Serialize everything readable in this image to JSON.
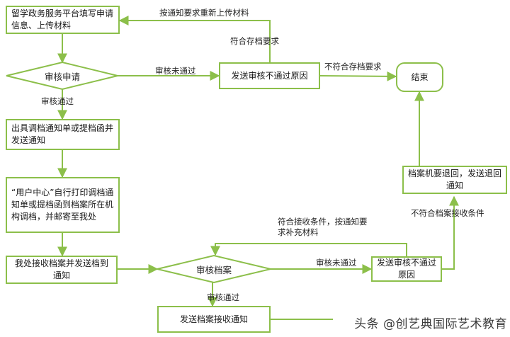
{
  "nodes": {
    "submit_online": "留学政务服务平台填写申请信息、上传材料",
    "review_application": "审核申请",
    "send_reject_reason_1": "发送审核不通过原因",
    "end": "结束",
    "issue_notice": "出具调档通知单或提档函并发送通知",
    "user_center_print": "“用户中心”自行打印调档通知单或提档函到档案所在机构调档，并邮寄至我处",
    "receive_archive": "我处接收档案并发送档到通知",
    "review_archive": "审核档案",
    "send_reject_reason_2": "发送审核不通过原因",
    "archive_return": "档案机要退回，发送退回通知",
    "send_accept_notice": "发送档案接收通知"
  },
  "edge_labels": {
    "reupload": "按通知要求重新上传材料",
    "meets_requirement": "符合存档要求",
    "review_failed_1": "审核未通过",
    "not_meet_requirement": "不符合存档要求",
    "review_passed_1": "审核通过",
    "supplement": "符合接收条件，按通知要求补充材料",
    "review_failed_2": "审核未通过",
    "not_meet_accept": "不符合档案接收条件",
    "review_passed_2": "审核通过"
  },
  "colors": {
    "border": "#8cbf4a",
    "arrow": "#8cbf4a"
  },
  "watermark": "头条 @创艺典国际艺术教育"
}
